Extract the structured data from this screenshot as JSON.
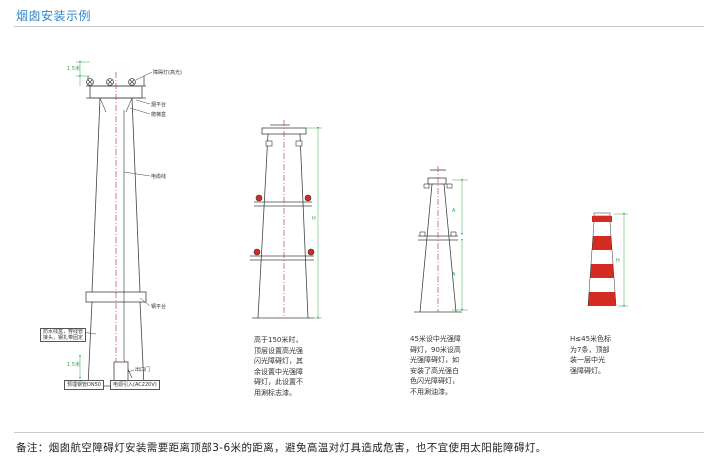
{
  "page": {
    "title": "烟囱安装示例",
    "note": "备注：烟囱航空障碍灯安装需要距离顶部3-6米的距离，避免高温对灯具造成危害，也不宜使用太阳能障碍灯。"
  },
  "tall_chimney": {
    "labels": {
      "lamp_top": "障碍灯(高光)",
      "platform_top": "烟平台",
      "ladder": "爬梯盒",
      "cable": "电缆线",
      "platform_lower": "钢平台",
      "conduit": "防水线盒，穿线管接头，钢扎带固定",
      "cable_in": "电源引入(AC220V)",
      "pipe": "预埋钢管DN50",
      "door": "出口门"
    },
    "dim_top": "1.5米",
    "dim_bottom": "1.5米"
  },
  "examples": [
    {
      "caption": "高于150米时，\n顶层设置高光强\n闪光障碍灯，其\n余设置中光强障\n碍灯，此设置不\n用涮标志漆。"
    },
    {
      "caption": "45米设中光强障\n碍灯，90米设高\n光强障碍灯，如\n安装了高光强白\n色闪光障碍灯，\n不用涮油漆。"
    },
    {
      "caption": "H≤45米色标\n为7条，顶部\n装一层中光\n强障碍灯。"
    }
  ],
  "dimension_letters": [
    "H",
    "A"
  ],
  "colors": {
    "title": "#2f86c8",
    "dimension": "#37a84a",
    "lamp": "#d42b22",
    "axis": "#c9184a",
    "structure": "#444444"
  }
}
